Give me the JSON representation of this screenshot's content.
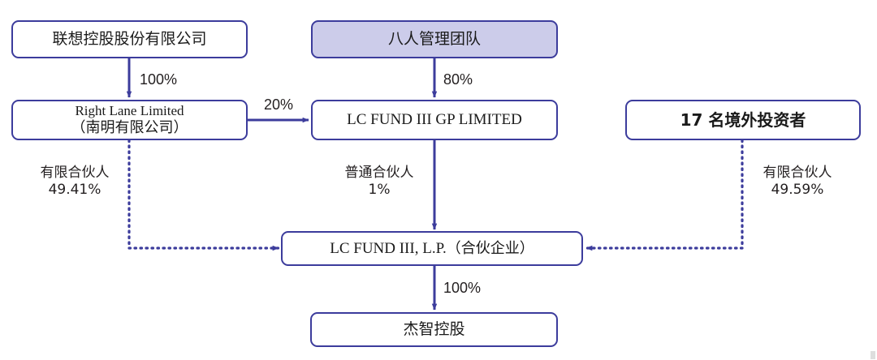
{
  "diagram": {
    "title": "LC FUND III ownership structure",
    "colors": {
      "border": "#3c3c9c",
      "fill_highlight": "#ccccea",
      "fill_plain": "#ffffff",
      "arrow": "#3c3c9c",
      "text": "#1a1a1a"
    },
    "nodes": [
      {
        "id": "legend_holdings",
        "label": "联想控股股份有限公司",
        "filled": false
      },
      {
        "id": "management_team",
        "label": "八人管理团队",
        "filled": true
      },
      {
        "id": "right_lane_en",
        "label": "Right Lane Limited",
        "filled": false
      },
      {
        "id": "right_lane_cn",
        "label": "（南明有限公司）",
        "filled": false
      },
      {
        "id": "gp_limited",
        "label": "LC FUND III GP LIMITED",
        "filled": false
      },
      {
        "id": "offshore_investors",
        "label": "17 名境外投资者",
        "filled": false
      },
      {
        "id": "fund_lp_en",
        "label": "LC FUND III, L.P.",
        "filled": false
      },
      {
        "id": "fund_lp_cn",
        "label": "（合伙企业）",
        "filled": false
      },
      {
        "id": "jiezhi",
        "label": "杰智控股",
        "filled": false
      }
    ],
    "edges": [
      {
        "id": "e1",
        "from": "legend_holdings",
        "to": "right_lane",
        "label": "100%",
        "style": "solid"
      },
      {
        "id": "e2",
        "from": "management_team",
        "to": "gp_limited",
        "label": "80%",
        "style": "solid"
      },
      {
        "id": "e3",
        "from": "right_lane",
        "to": "gp_limited",
        "label": "20%",
        "style": "solid"
      },
      {
        "id": "e4",
        "from": "right_lane",
        "to": "fund_lp",
        "role": "有限合伙人",
        "pct": "49.41%",
        "style": "dotted"
      },
      {
        "id": "e5",
        "from": "gp_limited",
        "to": "fund_lp",
        "role": "普通合伙人",
        "pct": "1%",
        "style": "solid"
      },
      {
        "id": "e6",
        "from": "offshore_investors",
        "to": "fund_lp",
        "role": "有限合伙人",
        "pct": "49.59%",
        "style": "dotted"
      },
      {
        "id": "e7",
        "from": "fund_lp",
        "to": "jiezhi",
        "label": "100%",
        "style": "solid"
      }
    ],
    "labels": {
      "pct_100_top": "100%",
      "pct_80": "80%",
      "pct_20": "20%",
      "lp_left_role": "有限合伙人",
      "lp_left_pct": "49.41%",
      "gp_role": "普通合伙人",
      "gp_pct": "1%",
      "lp_right_role": "有限合伙人",
      "lp_right_pct": "49.59%",
      "pct_100_bottom": "100%"
    }
  }
}
